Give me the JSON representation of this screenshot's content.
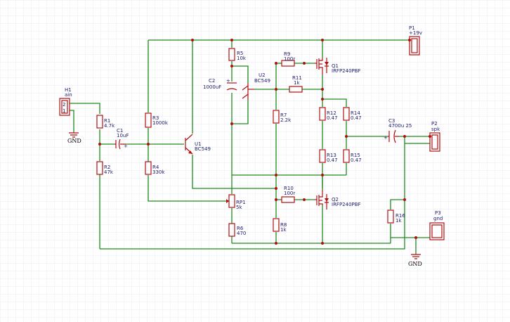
{
  "schematic": {
    "grid_color": "#e4e4ec",
    "wire_color": "#1e8a1e",
    "component_color": "#b01010",
    "label_color": "#1a1a6e",
    "labels": {
      "h1_ref": "H1",
      "h1_val": "ain",
      "h1_pin2": "2",
      "h1_pin1": "1",
      "gnd_left": "GND",
      "gnd_right": "GND",
      "r1_ref": "R1",
      "r1_val": "4.7k",
      "c1_ref": "C1",
      "c1_val": "10uF",
      "r2_ref": "R2",
      "r2_val": "47k",
      "r3_ref": "R3",
      "r3_val": "1000k",
      "r4_ref": "R4",
      "r4_val": "330k",
      "u1_ref": "U1",
      "u1_val": "BC549",
      "r5_ref": "R5",
      "r5_val": "10k",
      "c2_ref": "C2",
      "c2_val": "1000uF",
      "u2_ref": "U2",
      "u2_val": "BC549",
      "r9_ref": "R9",
      "r9_val": "100r",
      "r11_ref": "R11",
      "r11_val": "1k",
      "q1_ref": "Q1",
      "q1_val": "IRFP240PBF",
      "r7_ref": "R7",
      "r7_val": "2.2k",
      "r12_ref": "R12",
      "r12_val": "0.47",
      "r14_ref": "R14",
      "r14_val": "0.47",
      "r13_ref": "R13",
      "r13_val": "0.47",
      "r15_ref": "R15",
      "r15_val": "0.47",
      "r10_ref": "R10",
      "r10_val": "100r",
      "q2_ref": "Q2",
      "q2_val": "IRFP240PBF",
      "rp1_ref": "RP1",
      "rp1_val": "5k",
      "r6_ref": "R6",
      "r6_val": "470",
      "r8_ref": "R8",
      "r8_val": "1k",
      "c3_ref": "C3",
      "c3_val": "4700u 25",
      "p1_ref": "P1",
      "p1_val": "+19v",
      "p2_ref": "P2",
      "p2_val": "spk",
      "p3_ref": "P3",
      "p3_val": "gnd",
      "r16_ref": "R16",
      "r16_val": "1k"
    }
  }
}
